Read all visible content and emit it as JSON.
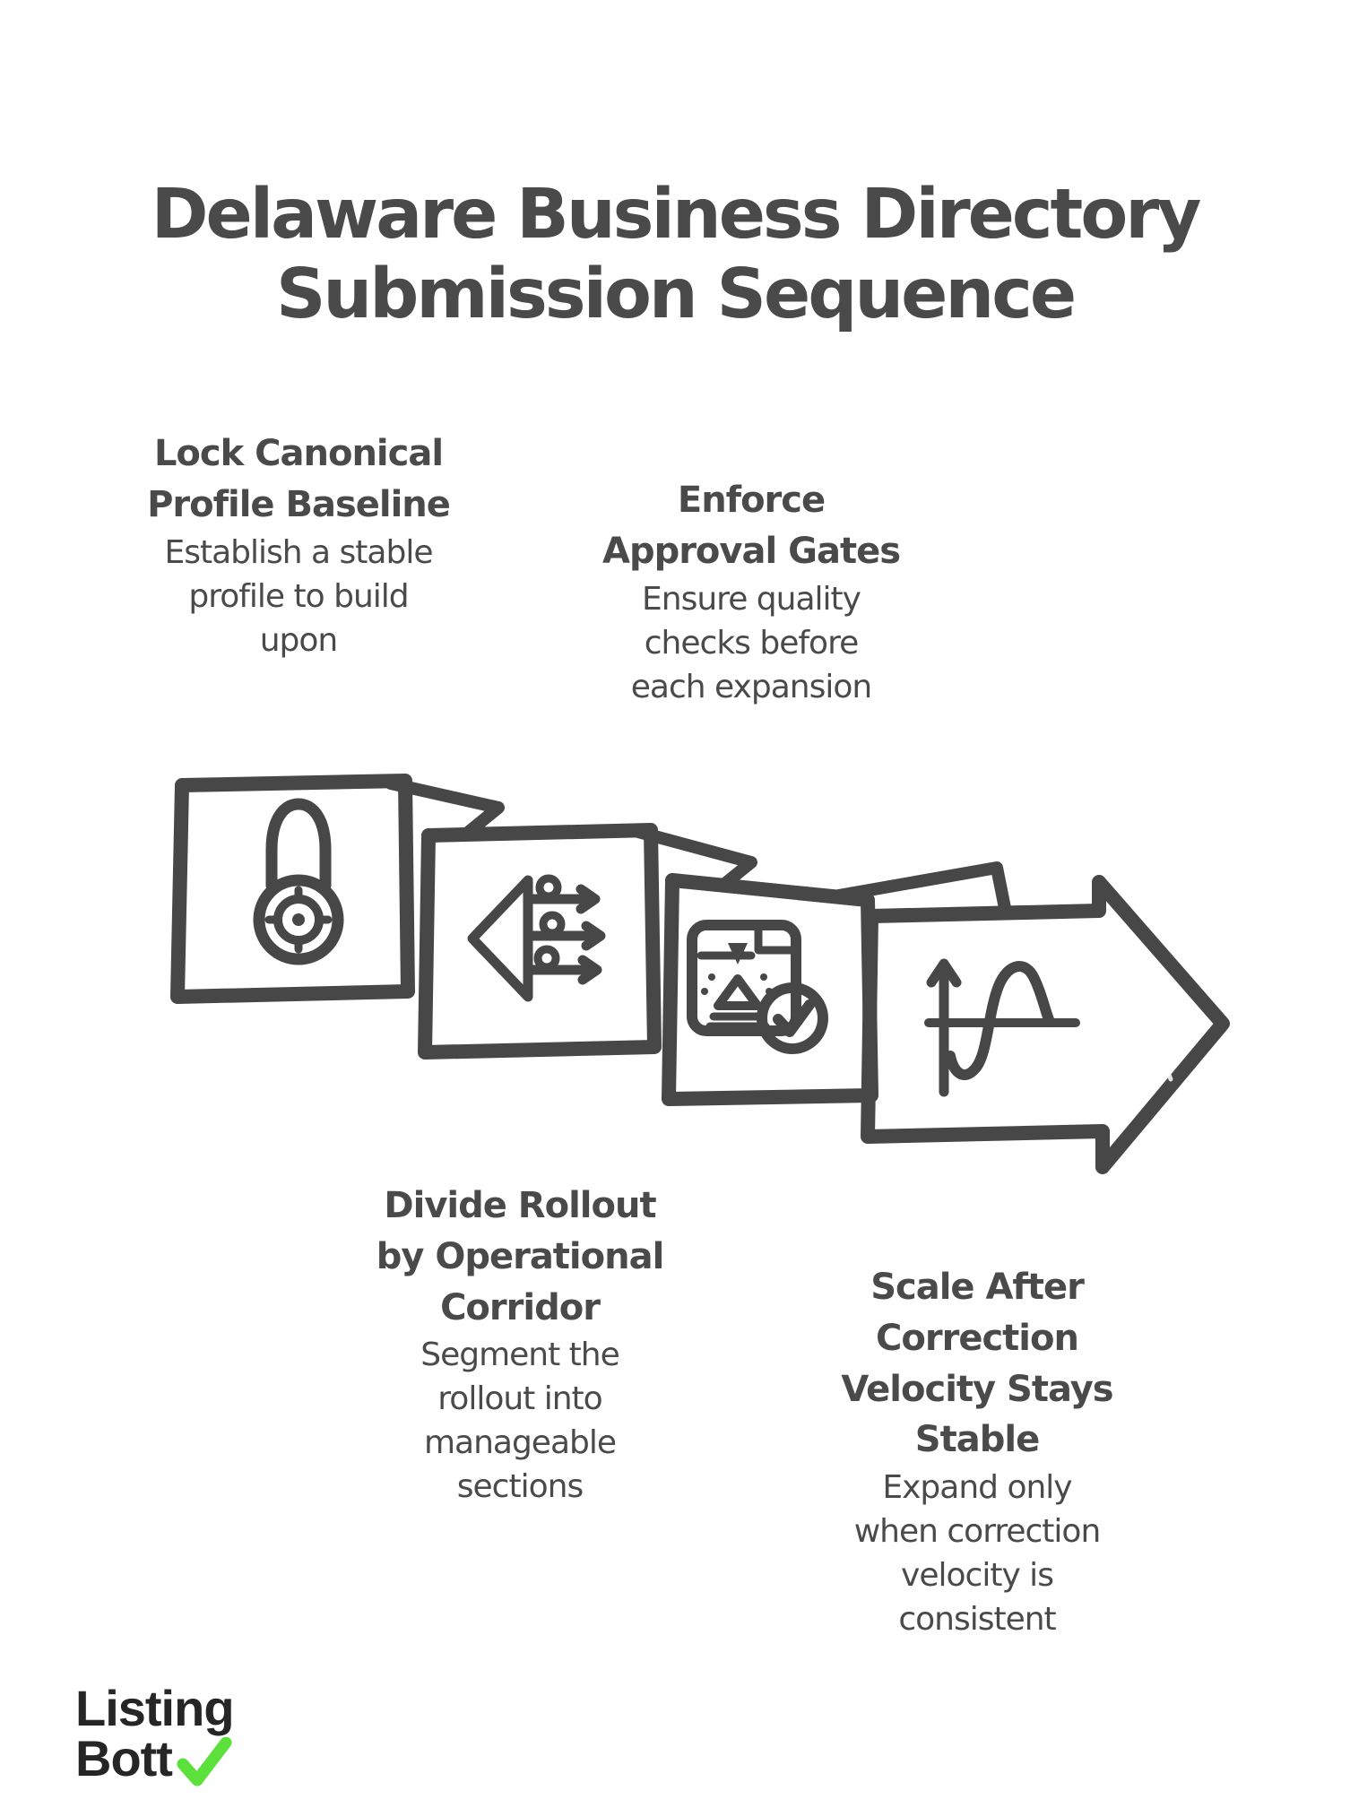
{
  "page": {
    "background": "#ffffff"
  },
  "title": "Delaware Business Directory\nSubmission Sequence",
  "steps": [
    {
      "heading": "Lock Canonical\nProfile Baseline",
      "description": "Establish a stable\nprofile to build\nupon",
      "icon": "lock-target-icon",
      "card_color": "#d8e2f7"
    },
    {
      "heading": "Enforce\nApproval Gates",
      "description": "Ensure quality\nchecks before\neach expansion",
      "icon": "split-arrows-icon",
      "card_color": "#c9f4de"
    },
    {
      "heading": "Divide Rollout\nby Operational\nCorridor",
      "description": "Segment the\nrollout into\nmanageable\nsections",
      "icon": "document-check-icon",
      "card_color": "#e4f0ac"
    },
    {
      "heading": "Scale After\nCorrection\nVelocity Stays\nStable",
      "description": "Expand only\nwhen correction\nvelocity is\nconsistent",
      "icon": "trend-curve-icon",
      "card_color": "#cfeaf7"
    }
  ],
  "logo": {
    "line1": "Listing",
    "line2": "Bott",
    "checkmark_icon": "check-icon",
    "check_color": "#5ce13c",
    "text_color": "#262626"
  },
  "colors": {
    "ink": "#474747",
    "text": "#4a4a4a",
    "fold_fill": "#ffffff",
    "background": "#ffffff"
  }
}
